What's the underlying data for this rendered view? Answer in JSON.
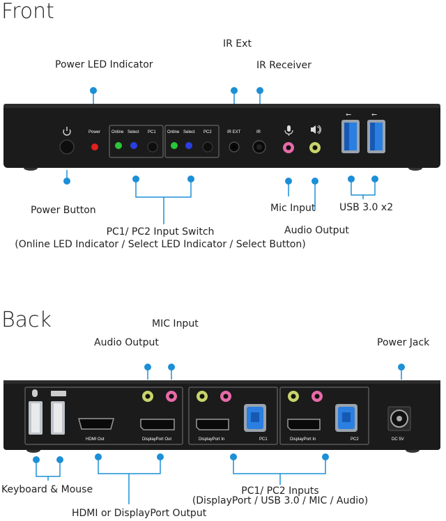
{
  "front": {
    "heading": "Front",
    "labels": {
      "power_led": "Power LED Indicator",
      "ir_ext": "IR Ext",
      "ir_receiver": "IR Receiver",
      "power_button": "Power Button",
      "mic_input": "Mic Input",
      "usb": "USB 3.0 x2",
      "audio_output": "Audio Output",
      "input_switch_1": "PC1/ PC2 Input Switch",
      "input_switch_2": "(Online LED Indicator / Select LED Indicator / Select Button)"
    },
    "panel_text": {
      "power": "Power",
      "online1": "Online",
      "select1": "Select",
      "pc1": "PC1",
      "online2": "Online",
      "select2": "Select",
      "pc2": "PC2",
      "ir_ext": "IR EXT",
      "ir": "IR"
    }
  },
  "back": {
    "heading": "Back",
    "labels": {
      "mic_input": "MIC Input",
      "audio_output": "Audio Output",
      "power_jack": "Power Jack",
      "keyboard_mouse": "Keyboard & Mouse",
      "hdmi_dp_output": "HDMI or DisplayPort Output",
      "pc_inputs_1": "PC1/ PC2 Inputs",
      "pc_inputs_2": "(DisplayPort / USB 3.0 / MIC / Audio)"
    },
    "panel_text": {
      "hdmi_out": "HDMI Out",
      "dp_out": "DisplayPort Out",
      "dp_in1": "DisplayPort In",
      "pc1": "PC1",
      "dp_in2": "DisplayPort In",
      "pc2": "PC2",
      "dc": "DC 5V"
    }
  },
  "colors": {
    "callout": "#1c8fd6",
    "device": "#1b1b1b",
    "led_red": "#e02020",
    "led_green": "#2bc43a",
    "led_blue": "#2b3fe0",
    "usb_blue": "#2a7fe0",
    "jack_pink": "#e86aa8",
    "jack_green": "#c8d46a"
  }
}
